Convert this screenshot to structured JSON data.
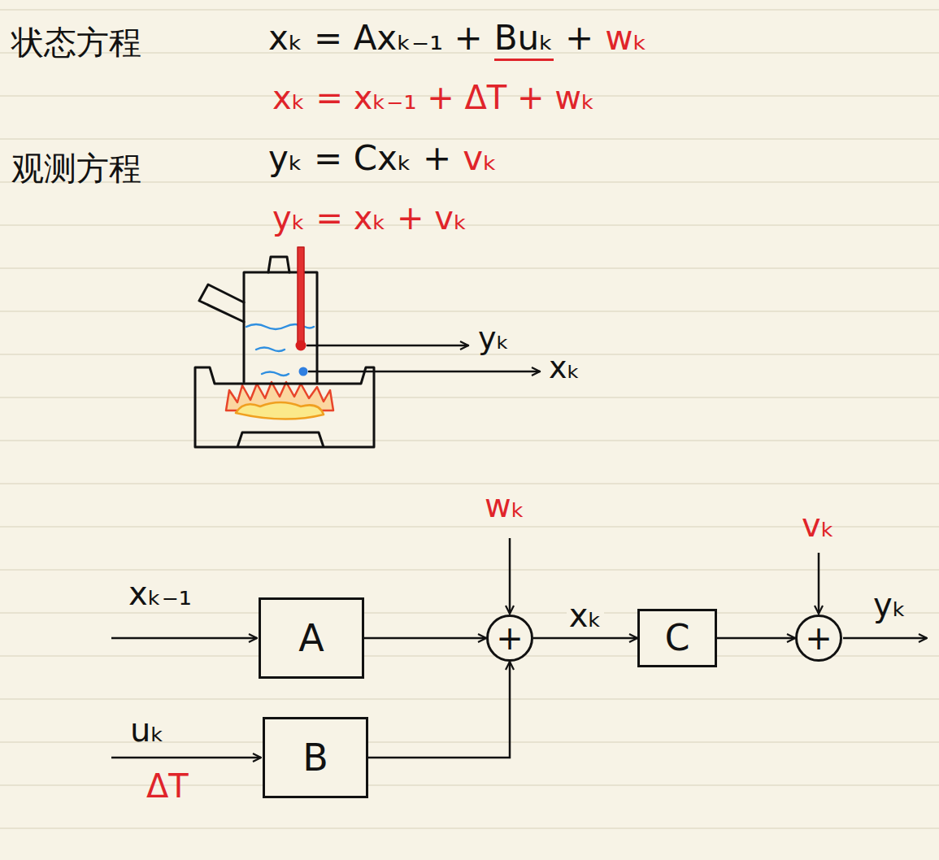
{
  "diagram": {
    "nodes": [
      {
        "text": [
          "A"
        ]
      },
      {
        "text": [
          "B"
        ]
      },
      {
        "text": [
          "+"
        ]
      },
      {
        "text": [
          "C"
        ]
      },
      {
        "text": [
          "+"
        ]
      }
    ],
    "edges": [
      {
        "from": 0,
        "to": 2,
        "arrow": "to"
      },
      {
        "from": 1,
        "to": 2,
        "arrow": "to"
      },
      {
        "from": 2,
        "to": 3,
        "label": "xₖ",
        "arrow": "to"
      },
      {
        "from": 3,
        "to": 4,
        "arrow": "to"
      }
    ],
    "labels": [
      "状态方程",
      "xₖ = Axₖ₋₁ +",
      "Buₖ",
      "+",
      "wₖ",
      "xₖ = xₖ₋₁ + ΔT + wₖ",
      "观测方程",
      "yₖ = Cxₖ +",
      "vₖ",
      "yₖ = xₖ + vₖ",
      "yₖ",
      "xₖ",
      "xₖ₋₁",
      "uₖ",
      "ΔT",
      "wₖ",
      "vₖ",
      "yₖ"
    ]
  }
}
